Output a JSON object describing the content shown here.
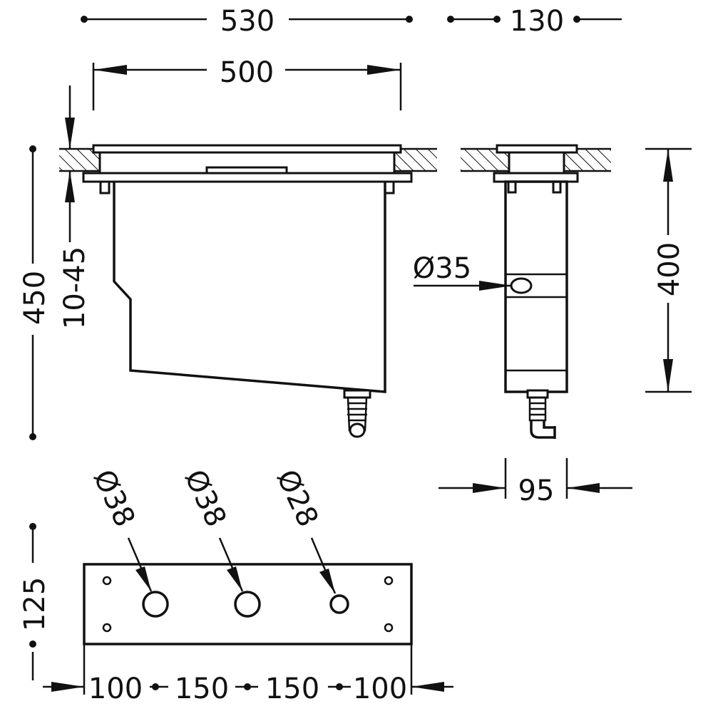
{
  "dimensions": {
    "overall_width": "530",
    "side_depth": "130",
    "flange_width": "500",
    "overall_height": "450",
    "wall_thickness_range": "10-45",
    "side_height": "400",
    "side_hole_diameter": "Ø35",
    "side_width": "95",
    "plate_height": "125",
    "spacing_left": "100",
    "spacing_mid_1": "150",
    "spacing_mid_2": "150",
    "spacing_right": "100",
    "hole_1_diameter": "Ø38",
    "hole_2_diameter": "Ø38",
    "hole_3_diameter": "Ø28"
  }
}
